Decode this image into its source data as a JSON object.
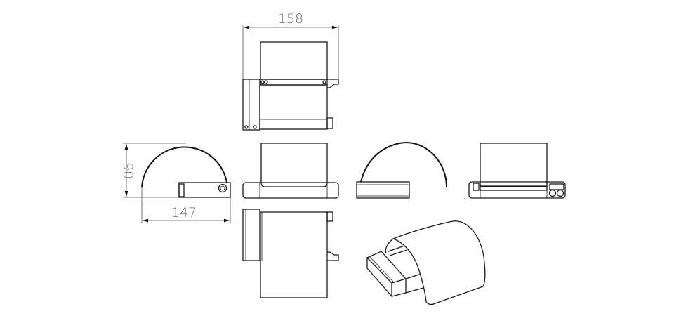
{
  "drawing": {
    "dimensions": {
      "width_top": "158",
      "height_side": "90",
      "depth_side": "147"
    },
    "views": [
      "top-view",
      "side-view-left",
      "front-view",
      "side-view-right",
      "rear-view",
      "bottom-view",
      "isometric-view"
    ],
    "line_color": "#1a1a1a",
    "dimension_color": "#666666"
  }
}
